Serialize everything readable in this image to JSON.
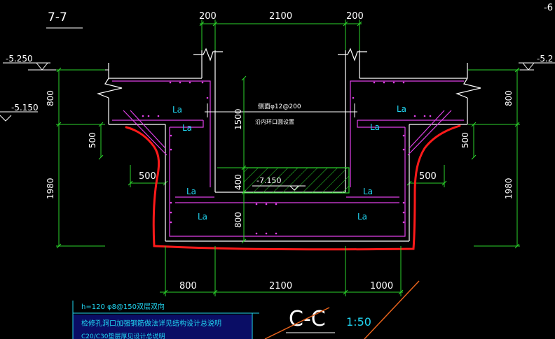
{
  "section_marker": "7-7",
  "corner_label_right": "-6",
  "top_dims": [
    "200",
    "2100",
    "200"
  ],
  "bottom_dims": [
    "800",
    "2100",
    "1000"
  ],
  "elev_left_top": "-5.250",
  "elev_left_mid": "-5.150",
  "elev_right_top": "-5.2",
  "elev_pit": "-7.150",
  "vert_dims": {
    "left_upper": "800",
    "left_lower": "1980",
    "right_upper": "800",
    "right_lower": "1980",
    "left_haunch": "500",
    "right_haunch": "500",
    "mid_upper": "1500",
    "mid_pit": "400",
    "mid_lower": "800"
  },
  "horiz_dims": {
    "left_step": "500",
    "right_step": "500"
  },
  "anchor_label": "La",
  "rebar_note": "侧面φ12@200",
  "rebar_note2": "沿内环口圆设置",
  "notes": {
    "line1": "h=120  φ8@150双层双向",
    "line2": "检修孔洞口加强钢筋做法详见结构设计总说明",
    "line3": "C20/C30垫层厚见设计总说明"
  },
  "section_title": "C-C",
  "section_scale": "1:50",
  "colors": {
    "bg": "#000000",
    "green": "#2bd42b",
    "white": "#ffffff",
    "magenta": "#e040e8",
    "red": "#ff1a1a",
    "cyan": "#21d6f2",
    "orange": "#e8631c",
    "blue_fill": "#1218b8"
  }
}
